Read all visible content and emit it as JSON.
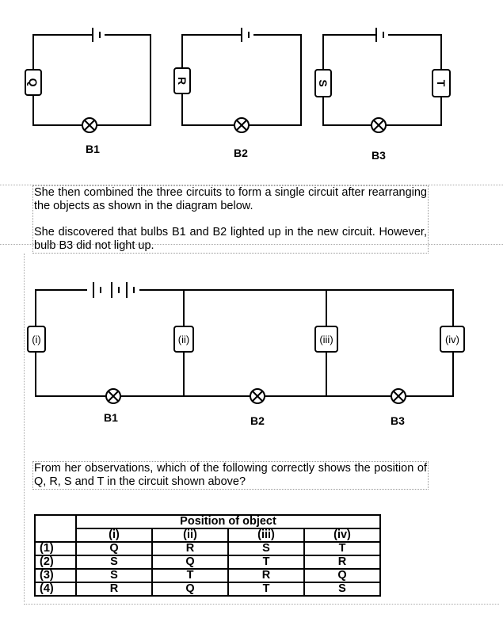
{
  "top_circuits": [
    {
      "component": "Q",
      "bulb": "B1"
    },
    {
      "component": "R",
      "bulb": "B2"
    },
    {
      "component": "S",
      "component2": "T",
      "bulb": "B3"
    }
  ],
  "paragraph1": "She then combined the three circuits to form a single circuit after rearranging the objects as shown in the diagram below.",
  "paragraph2": "She discovered that bulbs B1 and B2 lighted up in the new circuit. However, bulb B3 did not light up.",
  "combined_circuit": {
    "positions": [
      "(i)",
      "(ii)",
      "(iii)",
      "(iv)"
    ],
    "bulbs": [
      "B1",
      "B2",
      "B3"
    ]
  },
  "question": "From her observations, which of the following correctly shows the position of Q, R, S and T in the circuit shown above?",
  "table": {
    "header": "Position of object",
    "columns": [
      "(i)",
      "(ii)",
      "(iii)",
      "(iv)"
    ],
    "rows": [
      {
        "option": "(1)",
        "values": [
          "Q",
          "R",
          "S",
          "T"
        ]
      },
      {
        "option": "(2)",
        "values": [
          "S",
          "Q",
          "T",
          "R"
        ]
      },
      {
        "option": "(3)",
        "values": [
          "S",
          "T",
          "R",
          "Q"
        ]
      },
      {
        "option": "(4)",
        "values": [
          "R",
          "Q",
          "T",
          "S"
        ]
      }
    ]
  }
}
